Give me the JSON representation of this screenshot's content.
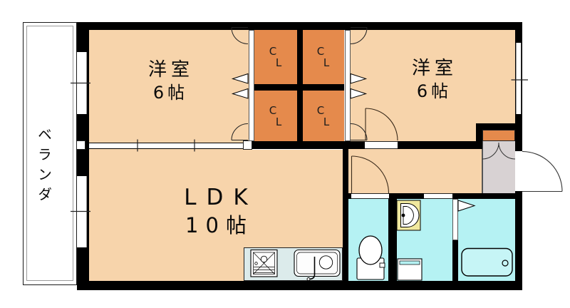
{
  "colors": {
    "wall": "#000000",
    "room": "#f7d4ab",
    "closet": "#e58a4c",
    "wet": "#b5f2f3",
    "counter": "#dcebeb",
    "entrance": "#d8d2d3",
    "basin": "#f0e89e",
    "tub": "#c6f5f6",
    "text": "#0a0a0a"
  },
  "veranda": {
    "label": "ベランダ"
  },
  "rooms": {
    "bedroom_left": {
      "name": "洋室",
      "size": "6帖"
    },
    "bedroom_right": {
      "name": "洋室",
      "size": "6帖"
    },
    "ldk": {
      "name": "LDK",
      "size": "10帖"
    }
  },
  "closets": [
    {
      "line1": "C",
      "line2": "L"
    },
    {
      "line1": "C",
      "line2": "L"
    },
    {
      "line1": "C",
      "line2": "L"
    },
    {
      "line1": "C",
      "line2": "L"
    }
  ]
}
